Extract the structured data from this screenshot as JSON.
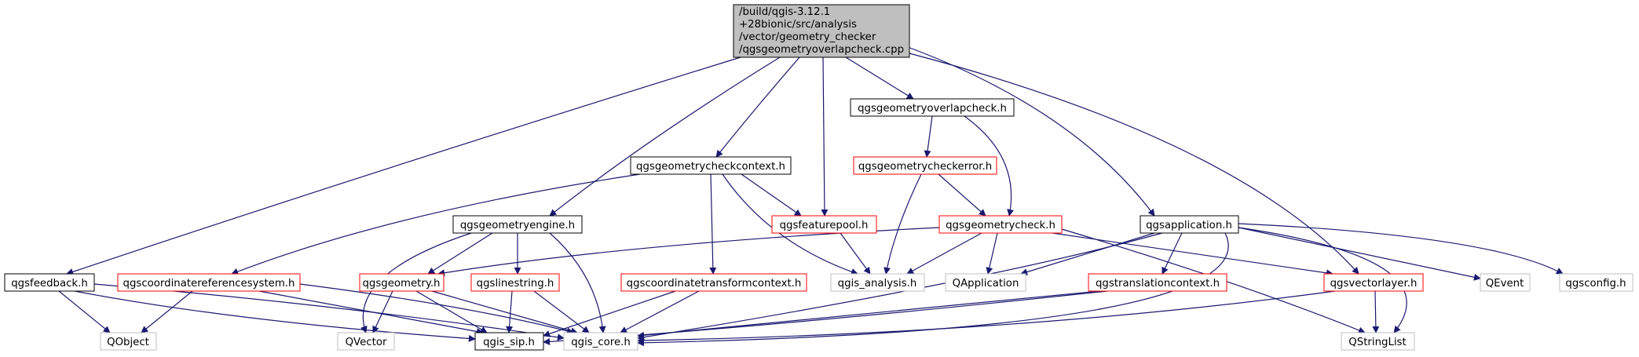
{
  "root": {
    "lines": [
      "/build/qgis-3.12.1",
      "+28bionic/src/analysis",
      "/vector/geometry_checker",
      "/qgsgeometryoverlapcheck.cpp"
    ]
  },
  "nodes": {
    "qgsfeedback": "qgsfeedback.h",
    "qgsgeometrycheckcontext": "qgsgeometrycheckcontext.h",
    "qgsgeometryengine": "qgsgeometryengine.h",
    "qgsfeaturepool": "qgsfeaturepool.h",
    "qgsgeometryoverlapcheck": "qgsgeometryoverlapcheck.h",
    "qgsgeometrycheckerror": "qgsgeometrycheckerror.h",
    "qgsgeometrycheck": "qgsgeometrycheck.h",
    "qgsapplication": "qgsapplication.h",
    "qgscoordinatereferencesystem": "qgscoordinatereferencesystem.h",
    "qgsgeometry": "qgsgeometry.h",
    "qgslinestring": "qgslinestring.h",
    "qgscoordinatetransformcontext": "qgscoordinatetransformcontext.h",
    "qgis_analysis": "qgis_analysis.h",
    "QApplication": "QApplication",
    "qgstranslationcontext": "qgstranslationcontext.h",
    "qgsvectorlayer": "qgsvectorlayer.h",
    "QEvent": "QEvent",
    "qgsconfig": "qgsconfig.h",
    "QObject": "QObject",
    "QVector": "QVector",
    "qgis_sip": "qgis_sip.h",
    "qgis_core": "qgis_core.h",
    "QStringList": "QStringList"
  },
  "colors": {
    "root_fill": "#bfbfbf",
    "edge": "#191970",
    "border_documented": "#000000",
    "border_partial": "#ff0000",
    "border_external": "#bfbfbf"
  }
}
